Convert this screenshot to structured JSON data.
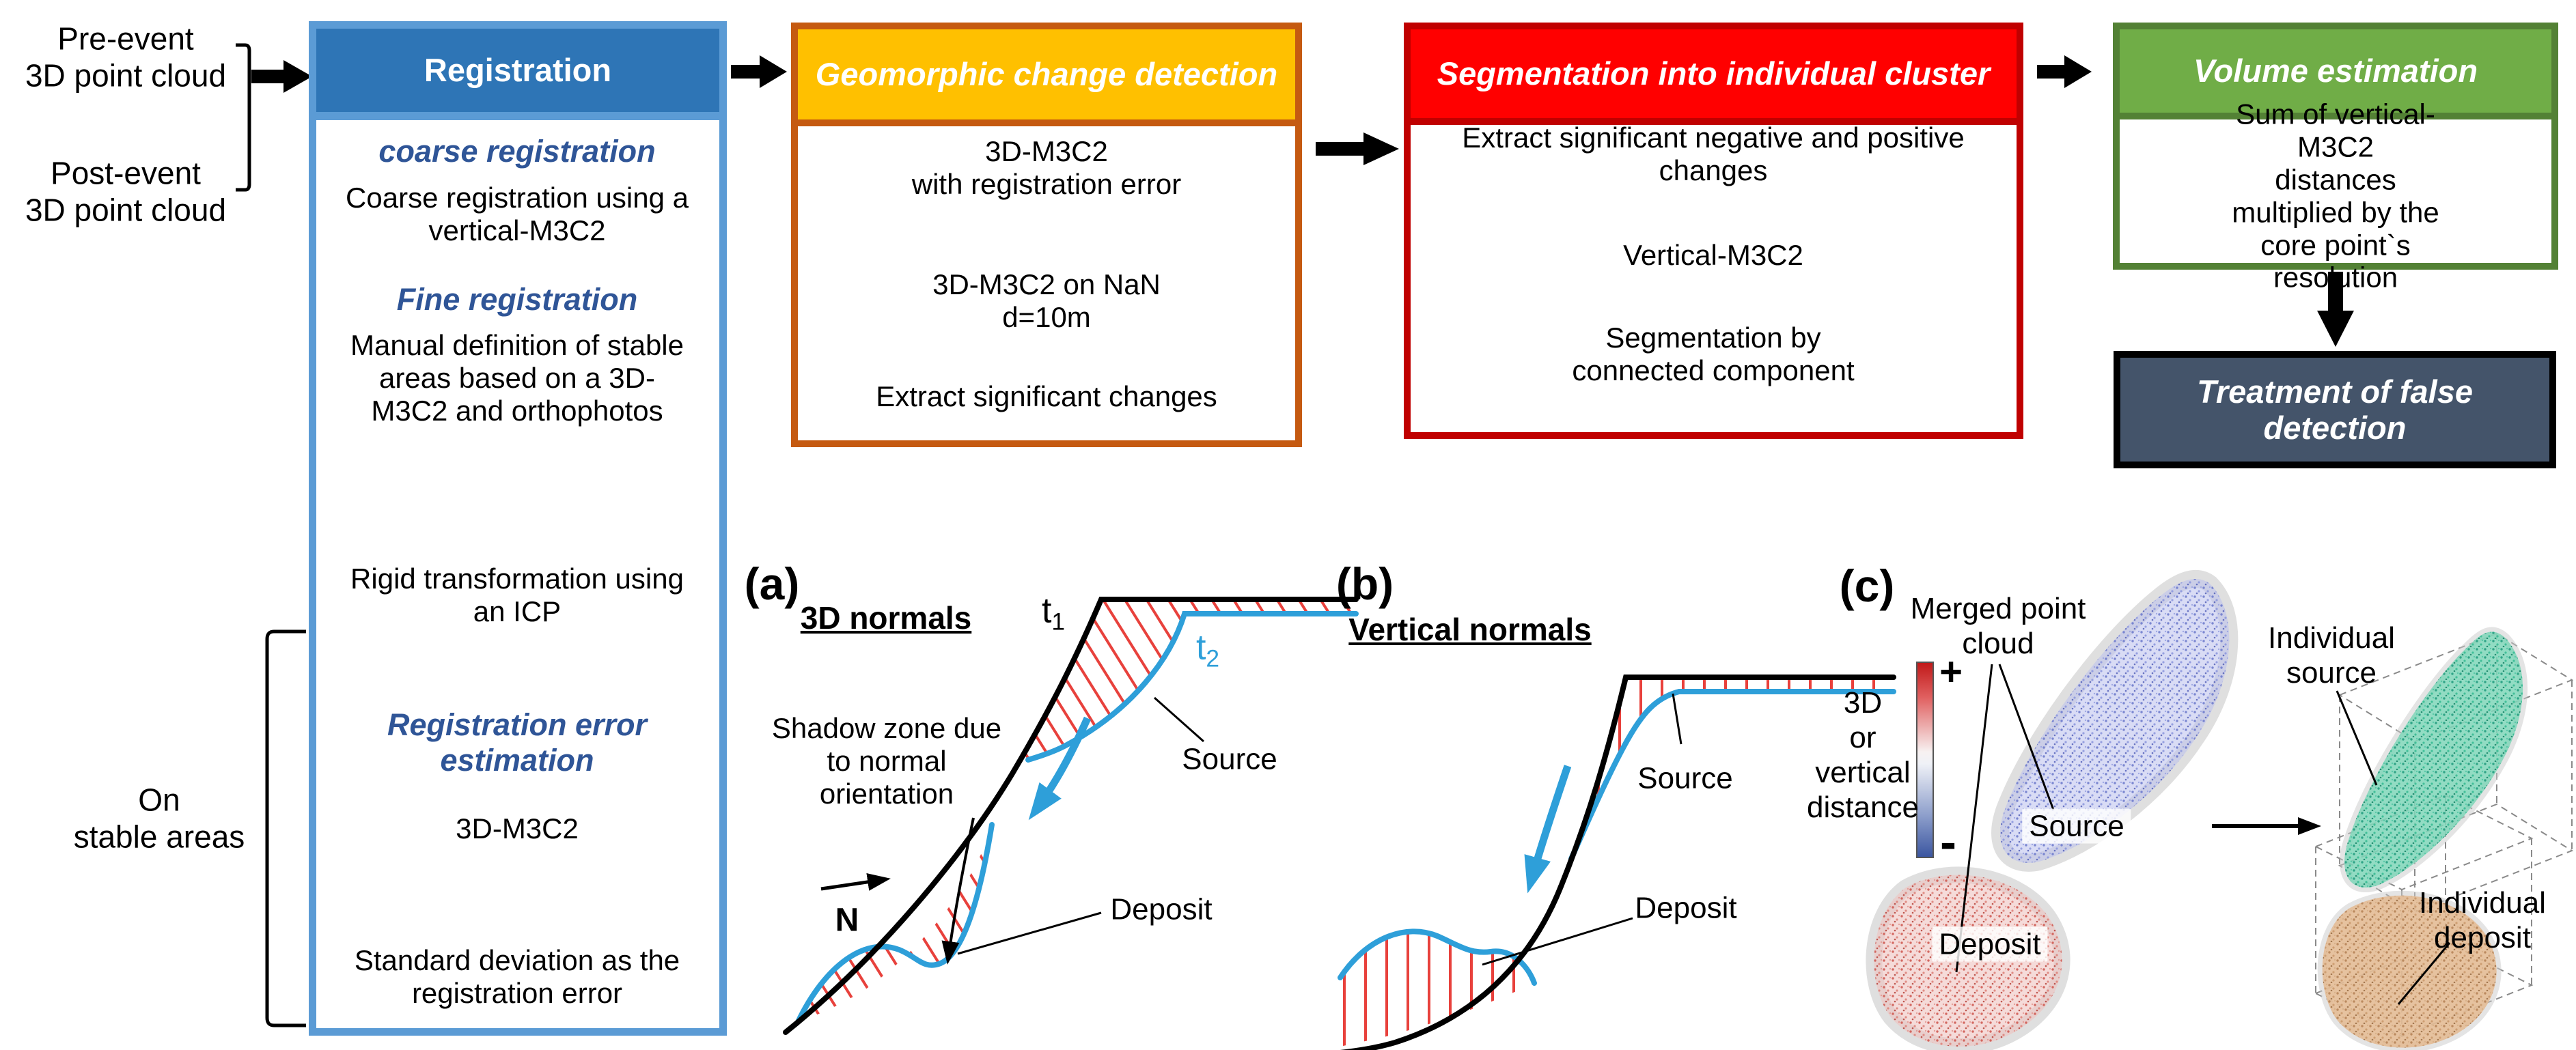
{
  "inputs": {
    "pre_event": "Pre-event\n3D point cloud",
    "post_event": "Post-event\n3D point cloud",
    "on_stable_areas": "On\nstable areas"
  },
  "boxes": {
    "registration": {
      "title": "Registration",
      "coarse_title": "coarse registration",
      "coarse_body": "Coarse registration using a\nvertical-M3C2",
      "fine_title": "Fine registration",
      "fine_body1": "Manual definition of stable\nareas based on a 3D-\nM3C2 and orthophotos",
      "fine_body2": "Rigid transformation using\nan ICP",
      "error_title": "Registration error\nestimation",
      "error_body1": "3D-M3C2",
      "error_body2": "Standard deviation as the\nregistration error"
    },
    "geomorphic": {
      "title": "Geomorphic change\ndetection",
      "step1": "3D-M3C2\nwith registration error",
      "step2": "3D-M3C2 on NaN\nd=10m",
      "step3": "Extract significant changes"
    },
    "segmentation": {
      "title": "Segmentation into individual\ncluster",
      "step1": "Extract significant negative and positive\nchanges",
      "step2": "Vertical-M3C2",
      "step3": "Segmentation by\nconnected component"
    },
    "volume": {
      "title": "Volume estimation",
      "step1": "Sum of vertical-M3C2\ndistances multiplied by the\ncore point`s resolution"
    },
    "treatment": {
      "title": "Treatment of false\ndetection"
    }
  },
  "panel_a": {
    "tag": "(a)",
    "title": "3D normals",
    "t1_base": "t",
    "t1_sub": "1",
    "t2_base": "t",
    "t2_sub": "2",
    "shadow_label": "Shadow zone due\nto normal\norientation",
    "normal_vector": "N",
    "source": "Source",
    "deposit": "Deposit"
  },
  "panel_b": {
    "tag": "(b)",
    "title": "Vertical normals",
    "source": "Source",
    "deposit": "Deposit"
  },
  "panel_c": {
    "tag": "(c)",
    "merged_label": "Merged point\ncloud",
    "colorbar_plus": "+",
    "colorbar_minus": "-",
    "colorbar_label": "3D\nor\nvertical\ndistance",
    "source": "Source",
    "deposit": "Deposit",
    "individual_source": "Individual\nsource",
    "individual_deposit": "Individual\ndeposit"
  },
  "colors": {
    "registration_header": "#2E75B6",
    "registration_border": "#5B9BD5",
    "geomorphic_header": "#FFC000",
    "geomorphic_border": "#C55A11",
    "segmentation_header": "#FF0000",
    "segmentation_border": "#C00000",
    "volume_header": "#70AD47",
    "volume_border": "#538135",
    "treatment_fill": "#44546A",
    "section_title_blue": "#2F5597",
    "curve_blue": "#2E9FD9",
    "hatch_red": "#E8413C",
    "cloud_source_blue": "#6F7CCC",
    "cloud_deposit_red": "#CF5A52",
    "cloud_individual_source_green": "#2AA183",
    "cloud_individual_deposit_tan": "#B9875C"
  }
}
